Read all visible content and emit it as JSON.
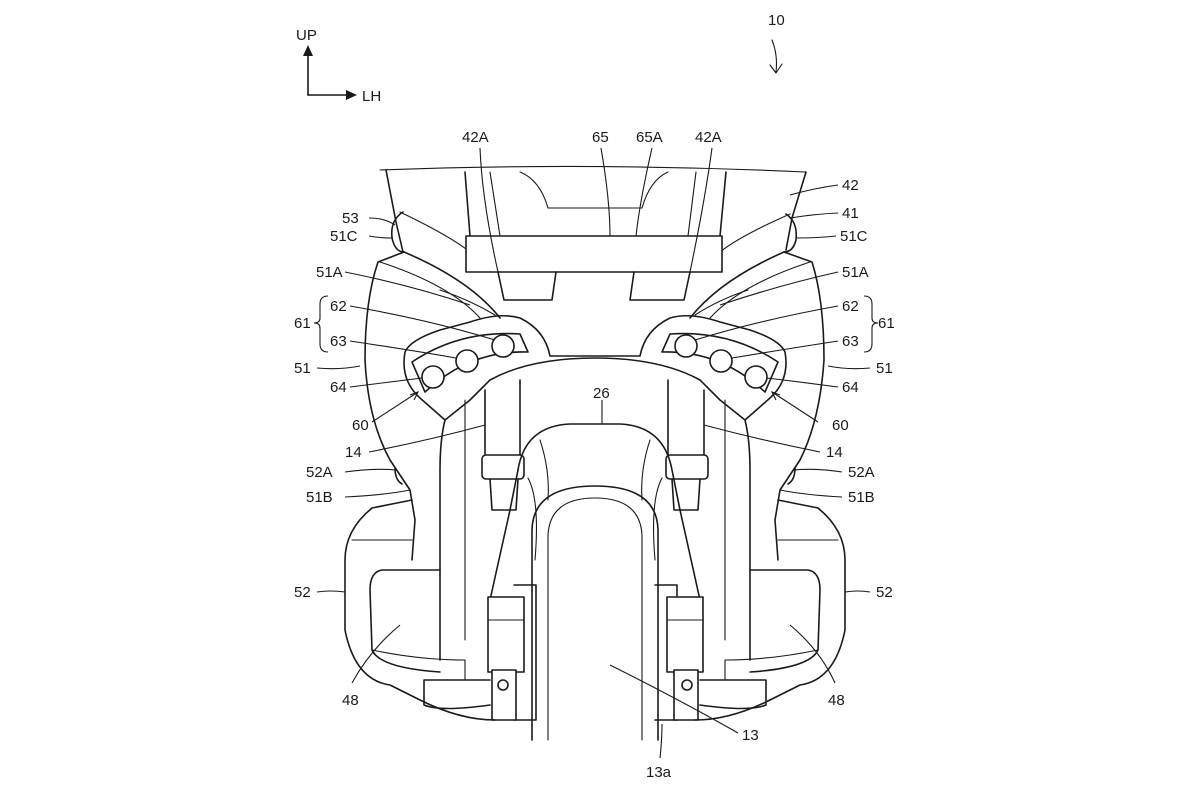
{
  "figure": {
    "reference": "10",
    "axes": {
      "up": "UP",
      "lh": "LH"
    }
  },
  "labels": {
    "l_42A_left": "42A",
    "l_65": "65",
    "l_65A": "65A",
    "l_42A_right": "42A",
    "l_42": "42",
    "l_41": "41",
    "l_53": "53",
    "l_51C_left": "51C",
    "l_51C_right": "51C",
    "l_51A_left": "51A",
    "l_51A_right": "51A",
    "l_61_left": "61",
    "l_61_right": "61",
    "l_62_left": "62",
    "l_62_right": "62",
    "l_63_left": "63",
    "l_63_right": "63",
    "l_51_left": "51",
    "l_51_right": "51",
    "l_64_left": "64",
    "l_64_right": "64",
    "l_60_left": "60",
    "l_60_right": "60",
    "l_26": "26",
    "l_14_left": "14",
    "l_14_right": "14",
    "l_52A_left": "52A",
    "l_52A_right": "52A",
    "l_51B_left": "51B",
    "l_51B_right": "51B",
    "l_52_left": "52",
    "l_52_right": "52",
    "l_48_left": "48",
    "l_48_right": "48",
    "l_13": "13",
    "l_13a": "13a"
  }
}
